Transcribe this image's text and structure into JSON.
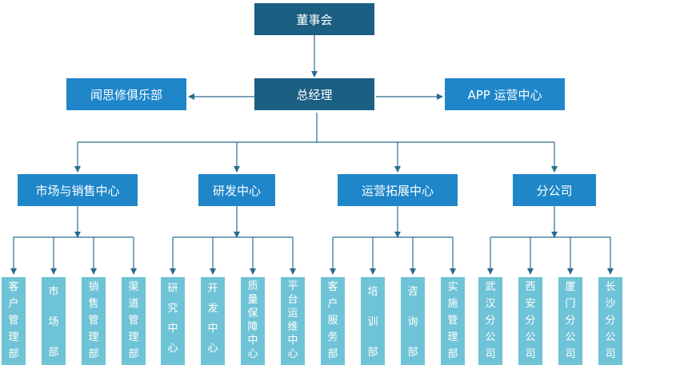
{
  "top": "董事会",
  "gm": "总经理",
  "club": "闻思修俱乐部",
  "app_center": "APP 运营中心",
  "centers": [
    {
      "label": "市场与销售中心",
      "children": [
        "客户管理部",
        "市场部",
        "销售管理部",
        "渠道管理部"
      ]
    },
    {
      "label": "研发中心",
      "children": [
        "研究中心",
        "开发中心",
        "质量保障中心",
        "平台运维中心"
      ]
    },
    {
      "label": "运营拓展中心",
      "children": [
        "客户服务部",
        "培训部",
        "咨询部",
        "实施管理部"
      ]
    },
    {
      "label": "分公司",
      "children": [
        "武汉分公司",
        "西安分公司",
        "厦门分公司",
        "长沙分公司"
      ]
    }
  ],
  "colors": {
    "dark": "#1b5f82",
    "mid": "#1e86c9",
    "light": "#6fc3d6",
    "line": "#2a6d8f"
  }
}
